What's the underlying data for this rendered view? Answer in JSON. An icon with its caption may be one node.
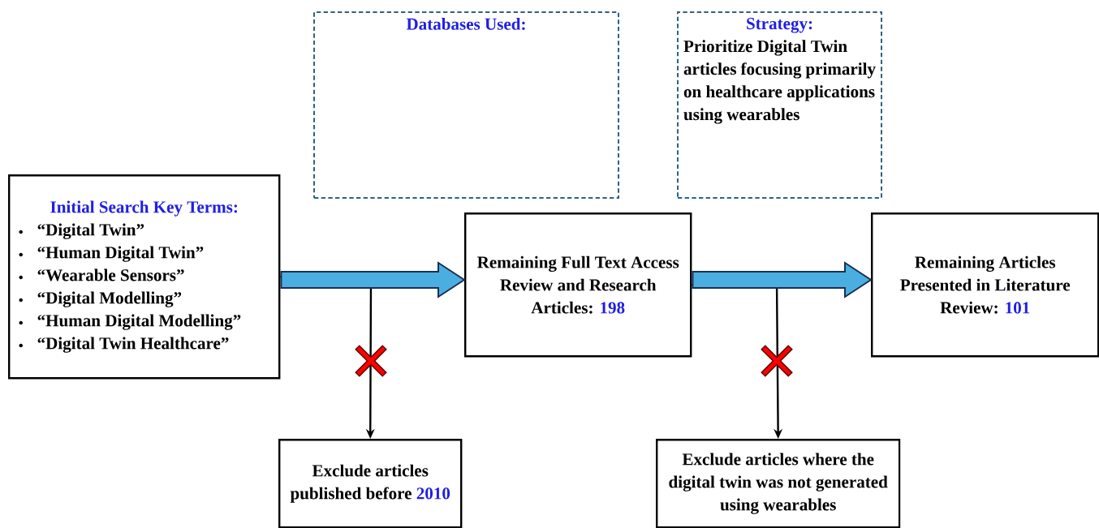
{
  "diagram": {
    "nodes": [
      {
        "text": [
          "Initial Search Key Terms:",
          "“Digital Twin”",
          "“Human Digital Twin”",
          "“Wearable Sensors”",
          "“Digital Modelling”",
          "“Human Digital Modelling”",
          "“Digital Twin Healthcare”"
        ]
      },
      {
        "text": [
          "Databases Used:"
        ]
      },
      {
        "text": [
          "Strategy:",
          "Prioritize Digital Twin articles focusing primarily on healthcare applications using wearables"
        ]
      },
      {
        "text": [
          "Remaining Full Text Access Review and Research Articles:",
          "198"
        ]
      },
      {
        "text": [
          "Remaining Articles Presented in Literature Review:",
          "101"
        ]
      },
      {
        "text": [
          "Exclude articles published before",
          "2010"
        ]
      },
      {
        "text": [
          "Exclude articles where the digital twin was not generated using wearables"
        ]
      }
    ],
    "edges": [
      {
        "from": 0,
        "to": 3,
        "arrow": "to",
        "style": "thick",
        "color": "#4aafe0"
      },
      {
        "from": 3,
        "to": 4,
        "arrow": "to",
        "style": "thick",
        "color": "#4aafe0"
      },
      {
        "from": 0,
        "to": 5,
        "arrow": "to"
      },
      {
        "from": 3,
        "to": 6,
        "arrow": "to"
      }
    ]
  }
}
